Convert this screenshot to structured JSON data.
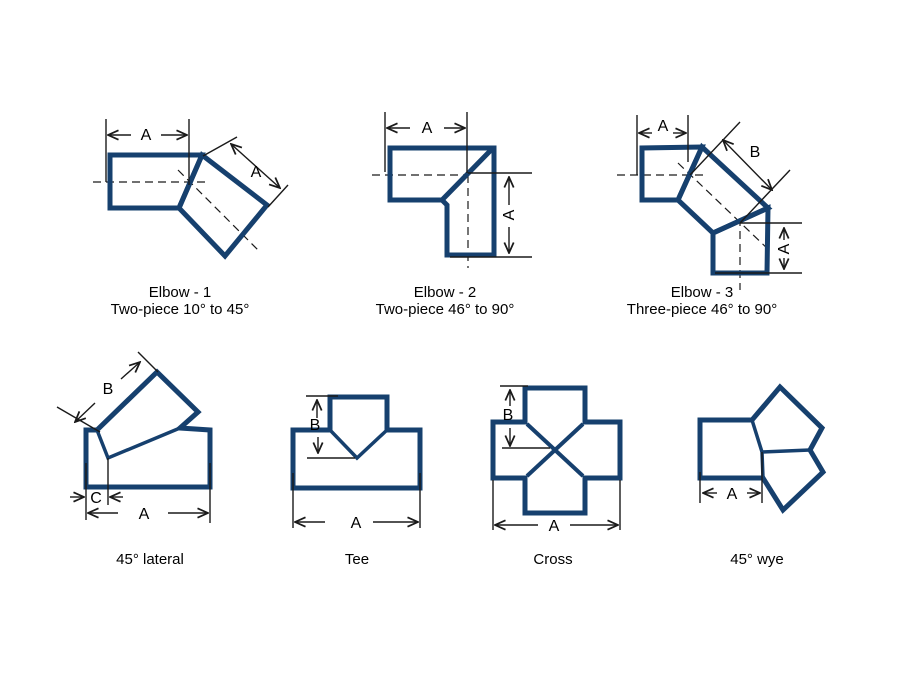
{
  "colors": {
    "pipe": "#16406e",
    "line": "#1a1a1a",
    "background": "#ffffff"
  },
  "figures": {
    "elbow1": {
      "name": "Elbow - 1",
      "spec": "Two-piece 10° to 45°",
      "dims": {
        "a1": "A",
        "a2": "A"
      }
    },
    "elbow2": {
      "name": "Elbow - 2",
      "spec": "Two-piece 46° to 90°",
      "dims": {
        "a1": "A",
        "a2": "A"
      }
    },
    "elbow3": {
      "name": "Elbow - 3",
      "spec": "Three-piece 46° to 90°",
      "dims": {
        "a1": "A",
        "b": "B",
        "a2": "A"
      }
    },
    "lateral": {
      "name": "45° lateral",
      "dims": {
        "a": "A",
        "b": "B",
        "c": "C"
      }
    },
    "tee": {
      "name": "Tee",
      "dims": {
        "a": "A",
        "b": "B"
      }
    },
    "cross": {
      "name": "Cross",
      "dims": {
        "a": "A",
        "b": "B"
      }
    },
    "wye": {
      "name": "45° wye",
      "dims": {
        "a": "A"
      }
    }
  }
}
